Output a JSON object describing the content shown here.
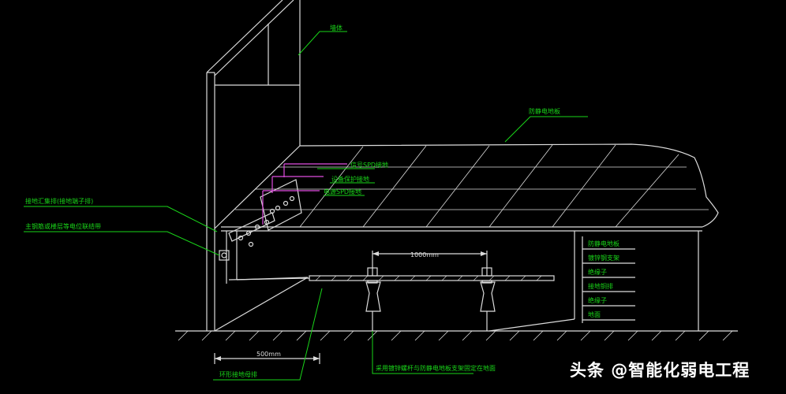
{
  "labels": {
    "wall": "墙体",
    "antistatic_floor": "防静电地板",
    "spd_signal": "信号SPD接地",
    "equipment_ground": "设备保护接地",
    "spd_power": "电源SPD接地",
    "ground_terminal": "接地汇集排(接地端子排)",
    "equipotential_belt": "主钢筋或楼层等电位联结带",
    "pedestal_support": "采用镀锌螺杆与防静电地板支架固定在地面",
    "bond_wire_spacing": "环形接地母排"
  },
  "dimensions": {
    "pedestal_spacing": "1000mm",
    "edge_distance": "500mm"
  },
  "legend": [
    "防静电地板",
    "镀锌钢支架",
    "绝缘子",
    "接地铜排",
    "绝缘子",
    "地面"
  ],
  "watermark": "头条 @智能化弱电工程",
  "colors": {
    "line": "#dcdcdc",
    "leader": "#19d619",
    "spd": "#e04ce0"
  }
}
